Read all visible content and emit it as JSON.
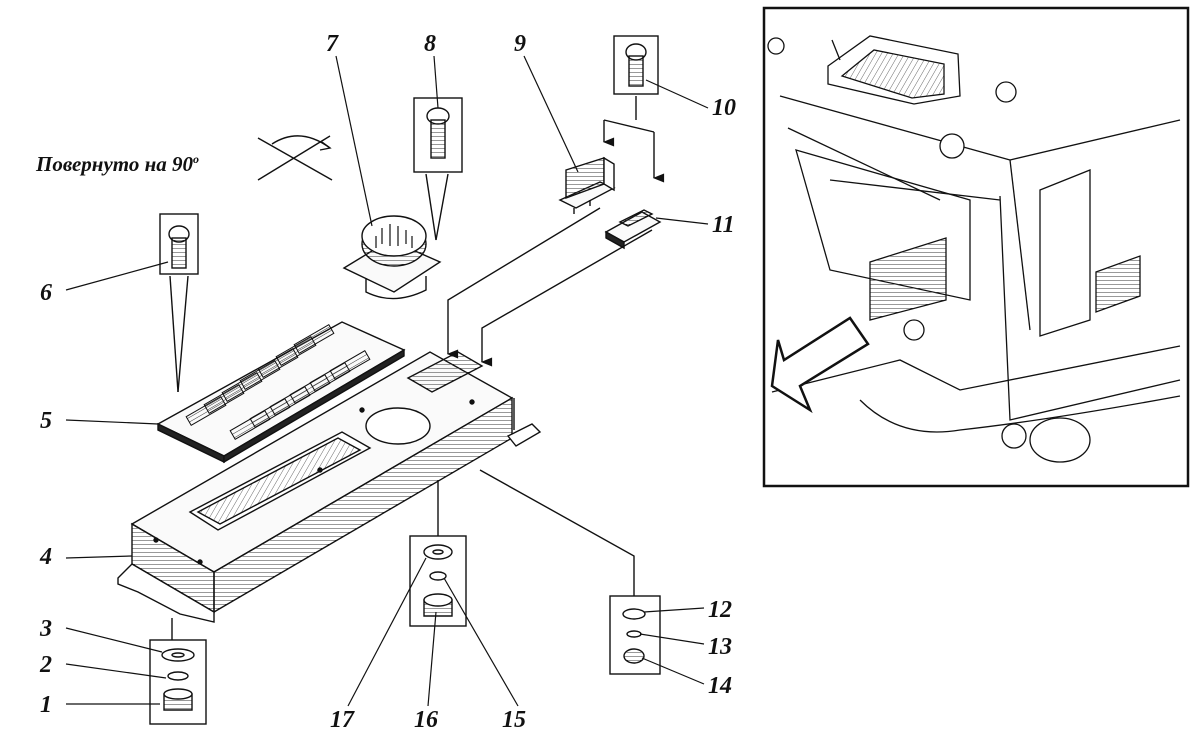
{
  "caption": {
    "text": "Повернуто на 90",
    "degree_mark": "o"
  },
  "callouts": [
    {
      "id": "1",
      "text": "1"
    },
    {
      "id": "2",
      "text": "2"
    },
    {
      "id": "3",
      "text": "3"
    },
    {
      "id": "4",
      "text": "4"
    },
    {
      "id": "5",
      "text": "5"
    },
    {
      "id": "6",
      "text": "6"
    },
    {
      "id": "7",
      "text": "7"
    },
    {
      "id": "8",
      "text": "8"
    },
    {
      "id": "9",
      "text": "9"
    },
    {
      "id": "10",
      "text": "10"
    },
    {
      "id": "11",
      "text": "11"
    },
    {
      "id": "12",
      "text": "12"
    },
    {
      "id": "13",
      "text": "13"
    },
    {
      "id": "14",
      "text": "14"
    },
    {
      "id": "15",
      "text": "15"
    },
    {
      "id": "16",
      "text": "16"
    },
    {
      "id": "17",
      "text": "17"
    }
  ],
  "colors": {
    "ink": "#111111",
    "paper": "#ffffff"
  }
}
